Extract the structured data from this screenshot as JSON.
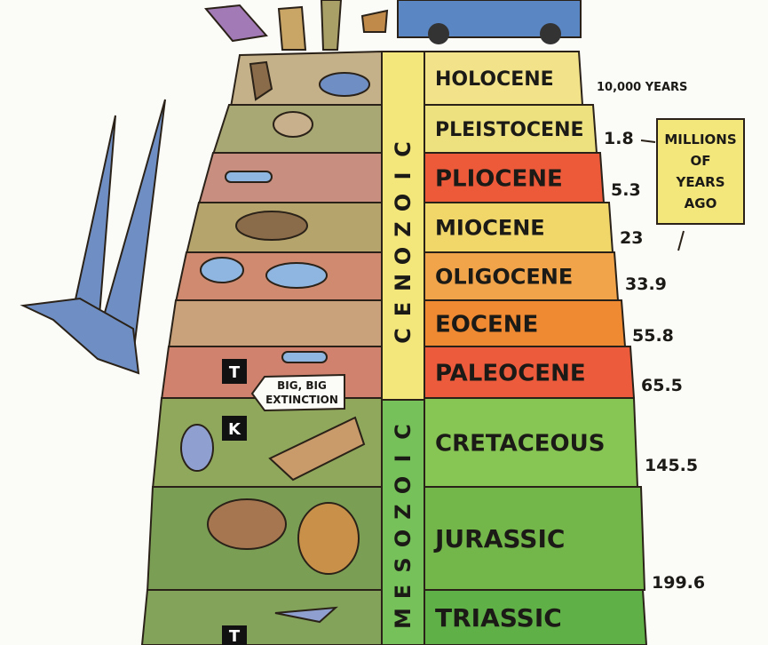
{
  "eras": [
    {
      "name": "CENOZOIC",
      "letters": [
        "C",
        "E",
        "N",
        "O",
        "Z",
        "O",
        "I",
        "C"
      ]
    },
    {
      "name": "MESOZOIC",
      "letters": [
        "M",
        "E",
        "S",
        "O",
        "Z",
        "O",
        "I",
        "C"
      ]
    }
  ],
  "epochs": [
    {
      "label": "HOLOCENE",
      "color": "#f2e38a",
      "age": "10,000 YEARS"
    },
    {
      "label": "PLEISTOCENE",
      "color": "#ece07f",
      "age": "1.8"
    },
    {
      "label": "PLIOCENE",
      "color": "#ec5a3a",
      "age": "5.3"
    },
    {
      "label": "MIOCENE",
      "color": "#f1d66a",
      "age": "23"
    },
    {
      "label": "OLIGOCENE",
      "color": "#f2a44a",
      "age": "33.9"
    },
    {
      "label": "EOCENE",
      "color": "#ef8a33",
      "age": "55.8"
    },
    {
      "label": "PALEOCENE",
      "color": "#ec5b3b",
      "age": "65.5"
    },
    {
      "label": "CRETACEOUS",
      "color": "#87c654",
      "age": "145.5"
    },
    {
      "label": "JURASSIC",
      "color": "#73b74a",
      "age": "199.6"
    },
    {
      "label": "TRIASSIC",
      "color": "#5fb047",
      "age": ""
    }
  ],
  "callout": {
    "lines": [
      "MILLIONS",
      "OF",
      "YEARS",
      "AGO"
    ]
  },
  "extinction": {
    "lines": [
      "BIG, BIG",
      "EXTINCTION"
    ]
  },
  "boundary_markers": {
    "top": "T",
    "bottom": "K",
    "lower": "T"
  }
}
